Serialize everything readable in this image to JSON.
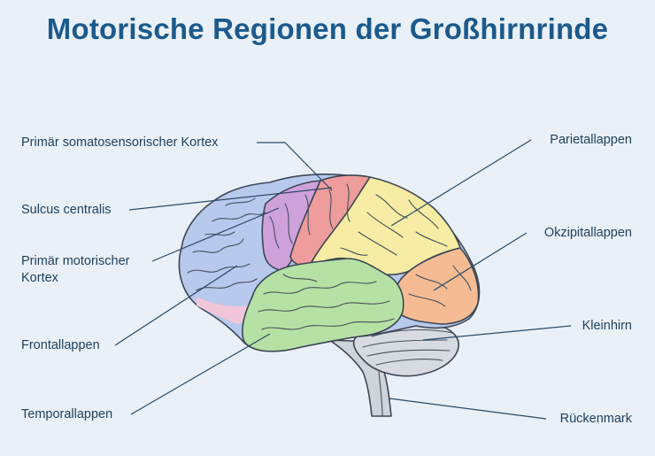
{
  "title": "Motorische Regionen der Großhirnrinde",
  "labels": {
    "somatosensory": "Primär somatosensorischer Kortex",
    "sulcus": "Sulcus centralis",
    "motor_line1": "Primär motorischer",
    "motor_line2": "Kortex",
    "frontal": "Frontallappen",
    "temporal": "Temporallappen",
    "parietal": "Parietallappen",
    "occipital": "Okzipitallappen",
    "cerebellum": "Kleinhirn",
    "spinal": "Rückenmark"
  },
  "colors": {
    "frontal": "#b7c9ec",
    "motor": "#cfa1da",
    "somatosensory": "#ee9c9c",
    "parietal": "#f6eca3",
    "occipital": "#f5bc93",
    "temporal": "#b5e1a5",
    "brainstem": "#cfd3da",
    "cerebellum": "#d7dbe1",
    "prefrontal_bottom": "#f1c6d8",
    "background": "#e9f0f8",
    "title": "#1b5a8c"
  }
}
